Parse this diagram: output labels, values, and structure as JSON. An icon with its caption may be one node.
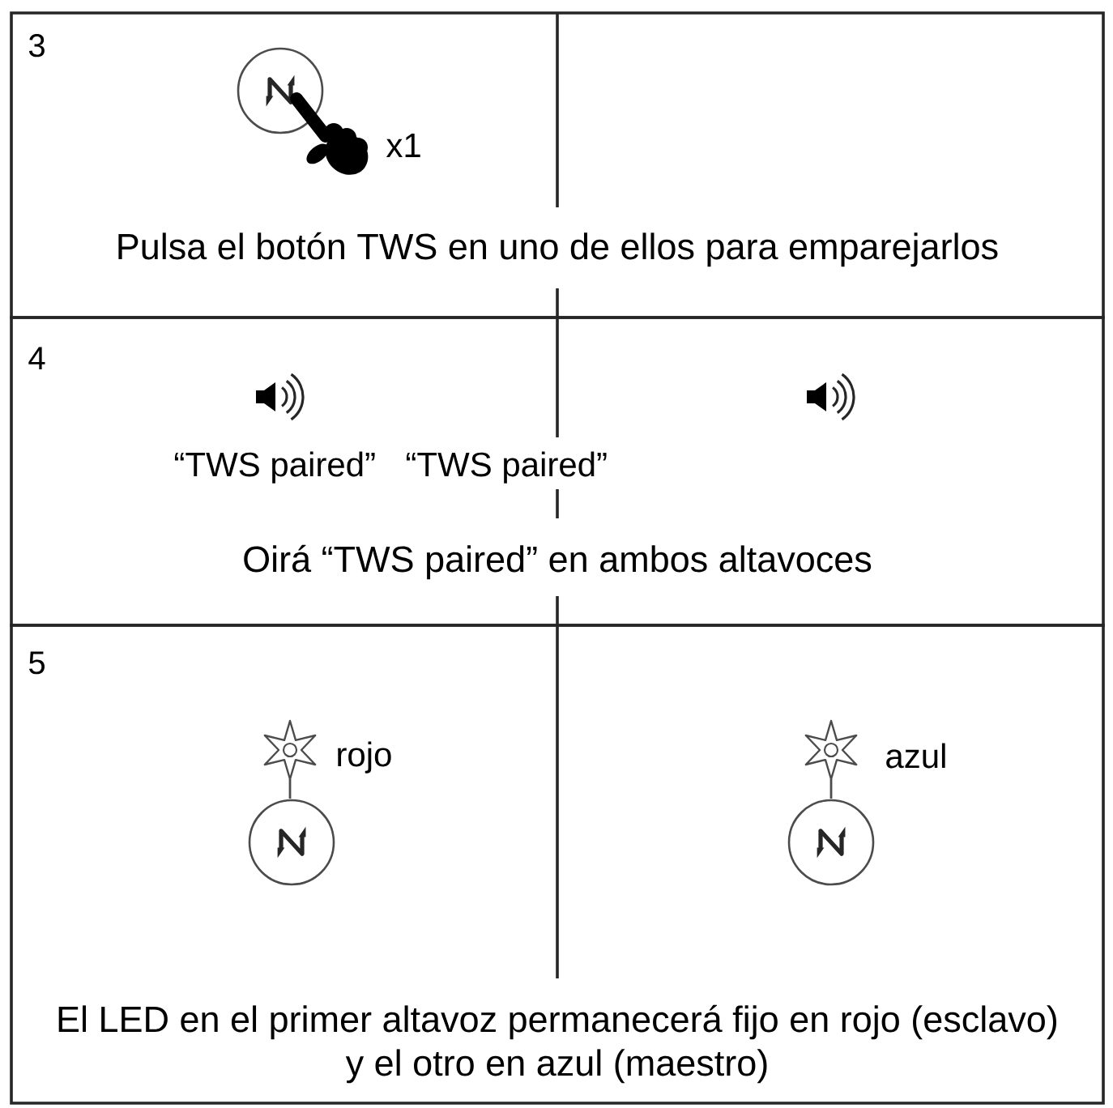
{
  "diagram": {
    "nodes": [
      {
        "text": [
          "3",
          "Pulsa el botón TWS en uno de ellos para emparejarlos"
        ]
      },
      {
        "text": [
          "4",
          "Oirá “TWS paired” en ambos altavoces"
        ]
      },
      {
        "text": [
          "5",
          "El LED en el primer altavoz permanecerá fijo en rojo (esclavo) y el otro en azul (maestro)"
        ]
      }
    ],
    "labels": [
      "x1",
      "“TWS paired”",
      "“TWS paired”",
      "rojo",
      "azul"
    ]
  }
}
